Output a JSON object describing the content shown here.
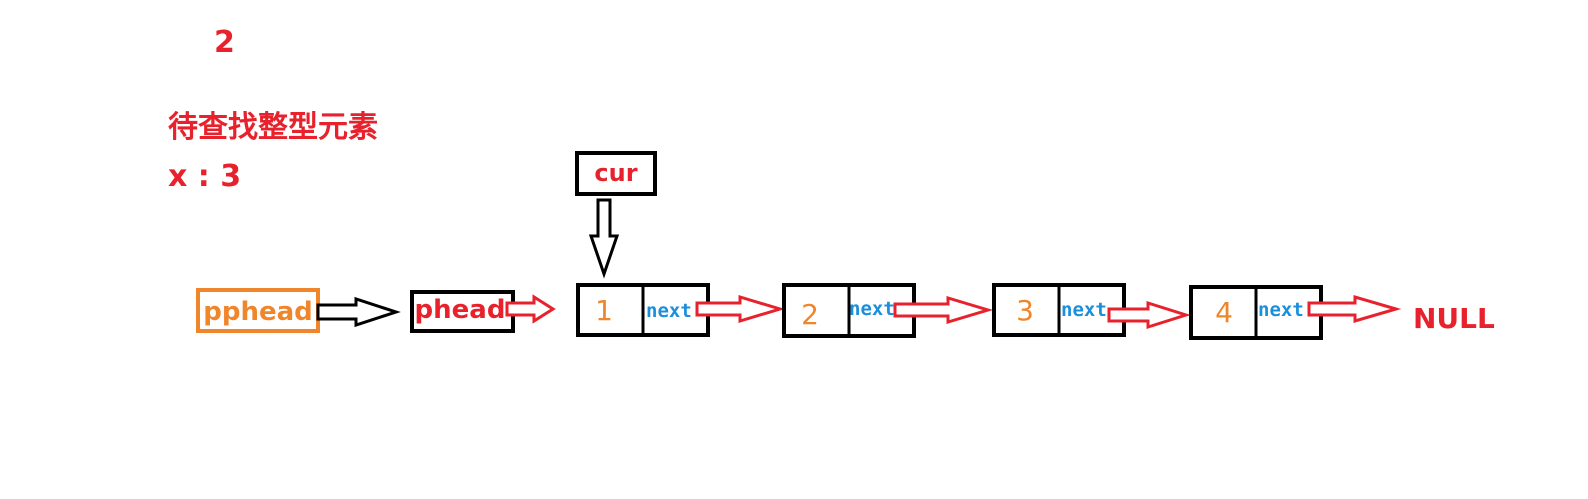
{
  "step_number": "2",
  "search_label": "待查找整型元素",
  "search_value_line": "x : 3",
  "cur_label": "cur",
  "pphead_label": "pphead",
  "phead_label": "phead",
  "null_label": "NULL",
  "nodes": [
    {
      "value": "1",
      "next_label": "next"
    },
    {
      "value": "2",
      "next_label": "next"
    },
    {
      "value": "3",
      "next_label": "next"
    },
    {
      "value": "4",
      "next_label": "next"
    }
  ],
  "colors": {
    "red": "#e8222c",
    "orange": "#f0862c",
    "blue": "#1a8fdc",
    "black": "#000000"
  }
}
